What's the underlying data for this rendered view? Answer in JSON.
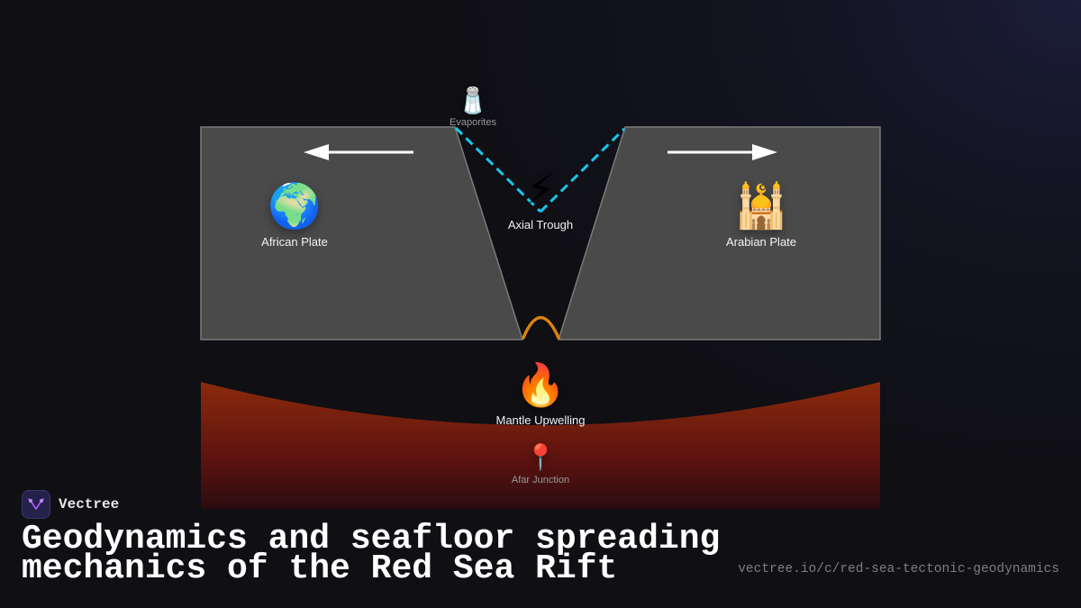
{
  "diagram": {
    "title": "Geodynamics and seafloor spreading mechanics of the Red Sea Rift",
    "title_lines": [
      "Geodynamics and seafloor spreading",
      "mechanics of the Red Sea Rift"
    ],
    "nodes": {
      "african_plate": {
        "label": "African Plate",
        "icon": "globe-africa-icon",
        "glyph": "🌍"
      },
      "arabian_plate": {
        "label": "Arabian Plate",
        "icon": "mosque-icon",
        "glyph": "🕌"
      },
      "axial_trough": {
        "label": "Axial Trough",
        "icon": "lightning-icon",
        "glyph": "⚡"
      },
      "evaporites": {
        "label": "Evaporites",
        "icon": "salt-shaker-icon",
        "glyph": "🧂"
      },
      "mantle_upwelling": {
        "label": "Mantle Upwelling",
        "icon": "fire-icon",
        "glyph": "🔥"
      },
      "afar_junction": {
        "label": "Afar Junction",
        "icon": "pushpin-icon",
        "glyph": "📍"
      }
    },
    "arrows": [
      {
        "from": "african_plate",
        "direction": "left",
        "meaning": "plate motion west"
      },
      {
        "from": "arabian_plate",
        "direction": "right",
        "meaning": "plate motion east"
      }
    ],
    "colors": {
      "plate_fill": "#4a4a4a",
      "plate_stroke": "#7a7a7a",
      "dashed_line": "#16c8ee",
      "magma_arc": "#d9820f",
      "mantle_top": "#8a2a0c",
      "mantle_bottom": "#2a0c10",
      "background": "#0f0f14"
    }
  },
  "brand": {
    "name": "Vectree"
  },
  "footer": {
    "url": "vectree.io/c/red-sea-tectonic-geodynamics"
  }
}
